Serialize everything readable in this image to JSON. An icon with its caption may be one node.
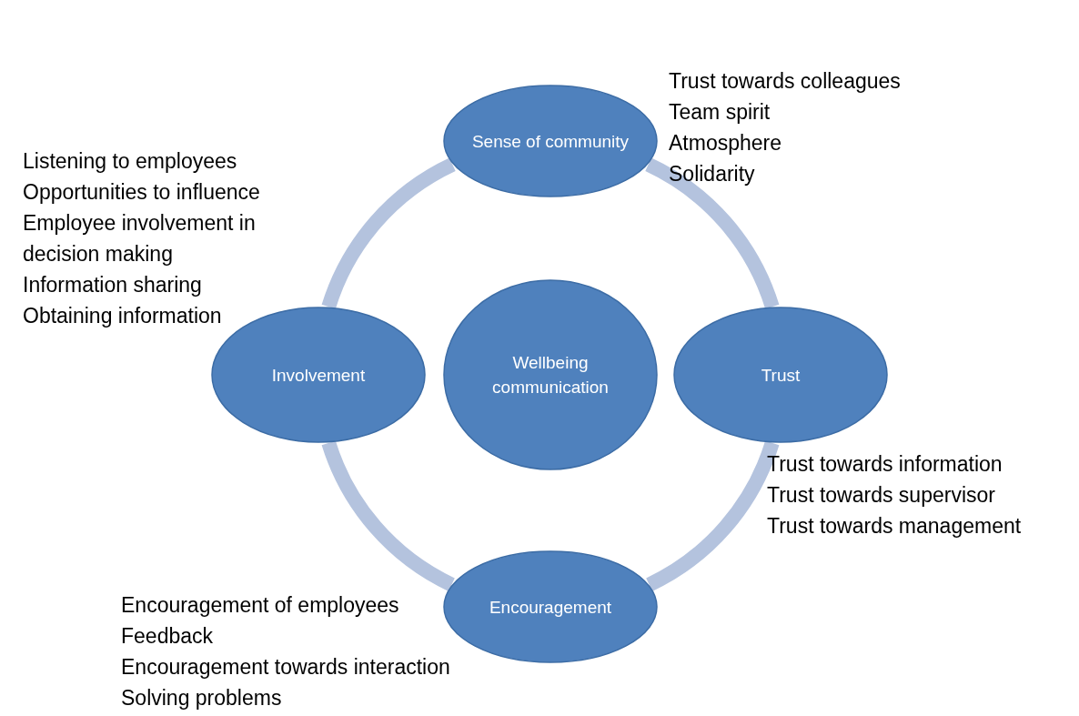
{
  "diagram": {
    "nodes": [
      {
        "text": [
          "Sense of community"
        ],
        "beside": [
          "Trust towards colleagues",
          "Team spirit",
          "Atmosphere",
          "Solidarity"
        ]
      },
      {
        "text": [
          "Involvement"
        ],
        "beside": [
          "Listening to employees",
          "Opportunities to influence",
          "Employee involvement in decision making",
          "Information sharing",
          "Obtaining information"
        ]
      },
      {
        "text": [
          "Wellbeing communication"
        ]
      },
      {
        "text": [
          "Trust"
        ],
        "beside": [
          "Trust towards information",
          "Trust towards supervisor",
          "Trust towards management"
        ]
      },
      {
        "text": [
          "Encouragement"
        ],
        "beside": [
          "Encouragement of employees",
          "Feedback",
          "Encouragement towards interaction",
          "Solving problems"
        ]
      }
    ],
    "edges": [
      {
        "from": 0,
        "to": 3,
        "arrow": "none"
      },
      {
        "from": 3,
        "to": 4,
        "arrow": "none"
      },
      {
        "from": 4,
        "to": 1,
        "arrow": "none"
      },
      {
        "from": 1,
        "to": 0,
        "arrow": "none"
      }
    ]
  }
}
